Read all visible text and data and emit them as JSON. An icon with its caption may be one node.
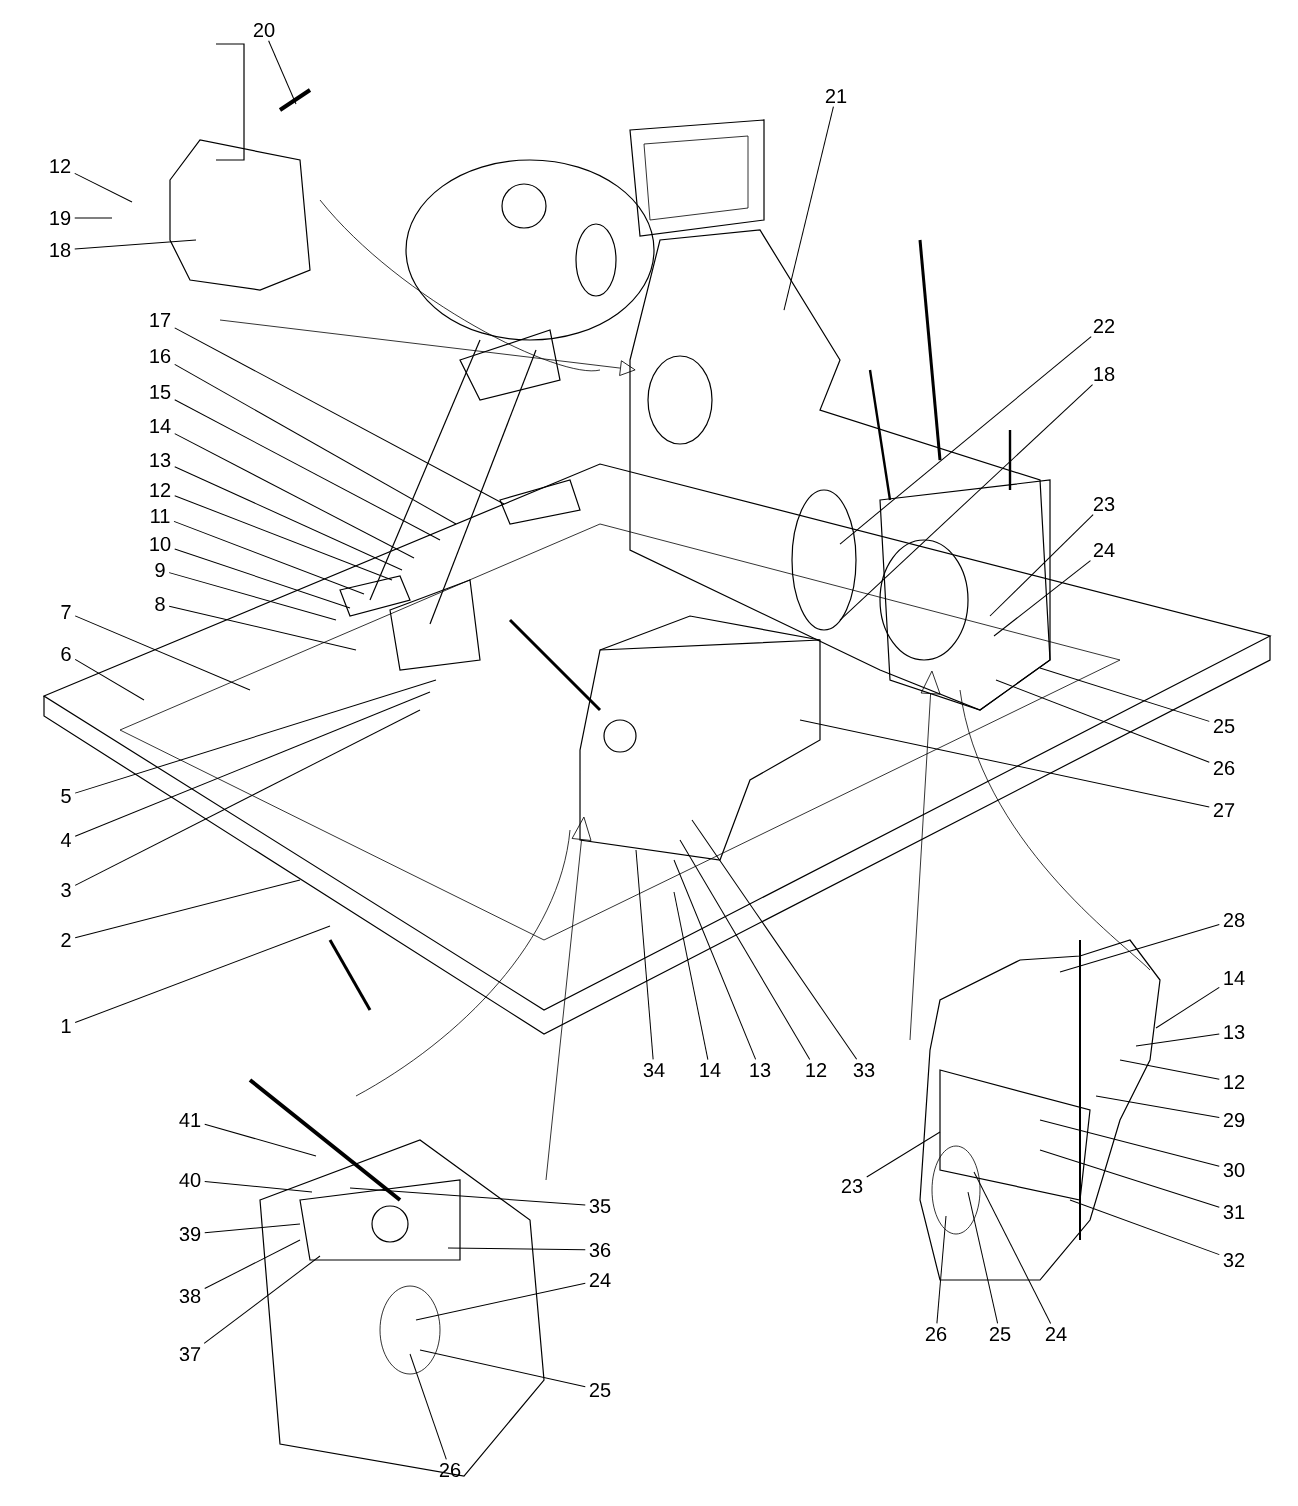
{
  "diagram": {
    "nodes": [
      {
        "text": [
          "20"
        ]
      },
      {
        "text": [
          "12"
        ]
      },
      {
        "text": [
          "19"
        ]
      },
      {
        "text": [
          "18"
        ]
      },
      {
        "text": [
          "21"
        ]
      },
      {
        "text": [
          "17"
        ]
      },
      {
        "text": [
          "16"
        ]
      },
      {
        "text": [
          "15"
        ]
      },
      {
        "text": [
          "14"
        ]
      },
      {
        "text": [
          "13"
        ]
      },
      {
        "text": [
          "12"
        ]
      },
      {
        "text": [
          "11"
        ]
      },
      {
        "text": [
          "10"
        ]
      },
      {
        "text": [
          "9"
        ]
      },
      {
        "text": [
          "8"
        ]
      },
      {
        "text": [
          "22"
        ]
      },
      {
        "text": [
          "18"
        ]
      },
      {
        "text": [
          "23"
        ]
      },
      {
        "text": [
          "24"
        ]
      },
      {
        "text": [
          "7"
        ]
      },
      {
        "text": [
          "6"
        ]
      },
      {
        "text": [
          "25"
        ]
      },
      {
        "text": [
          "26"
        ]
      },
      {
        "text": [
          "27"
        ]
      },
      {
        "text": [
          "5"
        ]
      },
      {
        "text": [
          "4"
        ]
      },
      {
        "text": [
          "3"
        ]
      },
      {
        "text": [
          "2"
        ]
      },
      {
        "text": [
          "28"
        ]
      },
      {
        "text": [
          "14"
        ]
      },
      {
        "text": [
          "1"
        ]
      },
      {
        "text": [
          "13"
        ]
      },
      {
        "text": [
          "34"
        ]
      },
      {
        "text": [
          "14"
        ]
      },
      {
        "text": [
          "13"
        ]
      },
      {
        "text": [
          "12"
        ]
      },
      {
        "text": [
          "33"
        ]
      },
      {
        "text": [
          "12"
        ]
      },
      {
        "text": [
          "41"
        ]
      },
      {
        "text": [
          "29"
        ]
      },
      {
        "text": [
          "40"
        ]
      },
      {
        "text": [
          "30"
        ]
      },
      {
        "text": [
          "23"
        ]
      },
      {
        "text": [
          "35"
        ]
      },
      {
        "text": [
          "31"
        ]
      },
      {
        "text": [
          "39"
        ]
      },
      {
        "text": [
          "36"
        ]
      },
      {
        "text": [
          "32"
        ]
      },
      {
        "text": [
          "24"
        ]
      },
      {
        "text": [
          "38"
        ]
      },
      {
        "text": [
          "26"
        ]
      },
      {
        "text": [
          "25"
        ]
      },
      {
        "text": [
          "24"
        ]
      },
      {
        "text": [
          "37"
        ]
      },
      {
        "text": [
          "25"
        ]
      },
      {
        "text": [
          "26"
        ]
      }
    ],
    "edges": [
      {
        "from": 0,
        "to": null,
        "arrow": "none"
      },
      {
        "from": 1,
        "to": null,
        "arrow": "none"
      },
      {
        "from": 2,
        "to": null,
        "arrow": "none"
      },
      {
        "from": 3,
        "to": null,
        "arrow": "none"
      },
      {
        "from": 4,
        "to": null,
        "arrow": "none"
      },
      {
        "from": 5,
        "to": null,
        "arrow": "none"
      },
      {
        "from": 6,
        "to": null,
        "arrow": "none"
      },
      {
        "from": 7,
        "to": null,
        "arrow": "none"
      },
      {
        "from": 8,
        "to": null,
        "arrow": "none"
      },
      {
        "from": 9,
        "to": null,
        "arrow": "none"
      },
      {
        "from": 10,
        "to": null,
        "arrow": "none"
      },
      {
        "from": 11,
        "to": null,
        "arrow": "none"
      },
      {
        "from": 12,
        "to": null,
        "arrow": "none"
      },
      {
        "from": 13,
        "to": null,
        "arrow": "none"
      },
      {
        "from": 14,
        "to": null,
        "arrow": "none"
      },
      {
        "from": 15,
        "to": null,
        "arrow": "none"
      },
      {
        "from": 16,
        "to": null,
        "arrow": "none"
      },
      {
        "from": 17,
        "to": null,
        "arrow": "none"
      },
      {
        "from": 18,
        "to": null,
        "arrow": "none"
      },
      {
        "from": 19,
        "to": null,
        "arrow": "none"
      },
      {
        "from": 20,
        "to": null,
        "arrow": "none"
      },
      {
        "from": 21,
        "to": null,
        "arrow": "none"
      },
      {
        "from": 22,
        "to": null,
        "arrow": "none"
      },
      {
        "from": 23,
        "to": null,
        "arrow": "none"
      },
      {
        "from": 24,
        "to": null,
        "arrow": "none"
      },
      {
        "from": 25,
        "to": null,
        "arrow": "none"
      },
      {
        "from": 26,
        "to": null,
        "arrow": "none"
      },
      {
        "from": 27,
        "to": null,
        "arrow": "none"
      },
      {
        "from": 28,
        "to": null,
        "arrow": "none"
      },
      {
        "from": 29,
        "to": null,
        "arrow": "none"
      },
      {
        "from": 30,
        "to": null,
        "arrow": "none"
      },
      {
        "from": 31,
        "to": null,
        "arrow": "none"
      },
      {
        "from": 32,
        "to": null,
        "arrow": "none"
      },
      {
        "from": 33,
        "to": null,
        "arrow": "none"
      },
      {
        "from": 34,
        "to": null,
        "arrow": "none"
      },
      {
        "from": 35,
        "to": null,
        "arrow": "none"
      },
      {
        "from": 36,
        "to": null,
        "arrow": "none"
      },
      {
        "from": 37,
        "to": null,
        "arrow": "none"
      },
      {
        "from": 38,
        "to": null,
        "arrow": "none"
      },
      {
        "from": 39,
        "to": null,
        "arrow": "none"
      },
      {
        "from": 40,
        "to": null,
        "arrow": "none"
      },
      {
        "from": 41,
        "to": null,
        "arrow": "none"
      },
      {
        "from": 42,
        "to": null,
        "arrow": "none"
      },
      {
        "from": 43,
        "to": null,
        "arrow": "none"
      },
      {
        "from": 44,
        "to": null,
        "arrow": "none"
      },
      {
        "from": 45,
        "to": null,
        "arrow": "none"
      },
      {
        "from": 46,
        "to": null,
        "arrow": "none"
      },
      {
        "from": 47,
        "to": null,
        "arrow": "none"
      },
      {
        "from": 48,
        "to": null,
        "arrow": "none"
      },
      {
        "from": 49,
        "to": null,
        "arrow": "none"
      },
      {
        "from": 50,
        "to": null,
        "arrow": "none"
      },
      {
        "from": 51,
        "to": null,
        "arrow": "none"
      },
      {
        "from": 52,
        "to": null,
        "arrow": "none"
      },
      {
        "from": 53,
        "to": null,
        "arrow": "none"
      },
      {
        "from": 54,
        "to": null,
        "arrow": "none"
      },
      {
        "from": 55,
        "to": null,
        "arrow": "none"
      }
    ]
  }
}
